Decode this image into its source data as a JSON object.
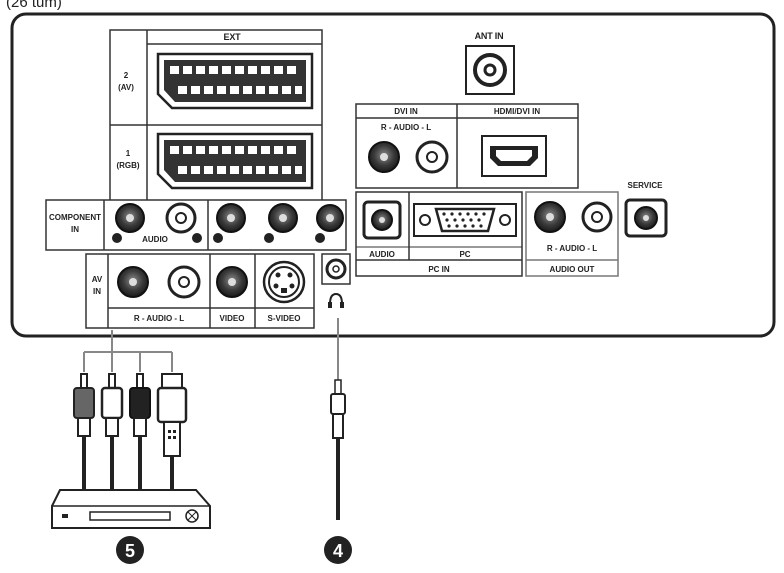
{
  "caption": "(26 tum)",
  "labels": {
    "ext": "EXT",
    "scart2": "2",
    "scart2_sub": "(AV)",
    "scart1": "1",
    "scart1_sub": "(RGB)",
    "ant_in": "ANT IN",
    "dvi_in": "DVI IN",
    "dvi_audio": "R - AUDIO - L",
    "hdmi_dvi_in": "HDMI/DVI IN",
    "component_in_1": "COMPONENT",
    "component_in_2": "IN",
    "component_audio": "AUDIO",
    "audio": "AUDIO",
    "pc": "PC",
    "pc_in": "PC IN",
    "audio_out_lr": "R - AUDIO - L",
    "audio_out": "AUDIO OUT",
    "service": "SERVICE",
    "av_in_1": "AV",
    "av_in_2": "IN",
    "av_audio": "R - AUDIO - L",
    "video": "VIDEO",
    "s_video": "S-VIDEO"
  },
  "callouts": {
    "five": "5",
    "four": "4"
  }
}
